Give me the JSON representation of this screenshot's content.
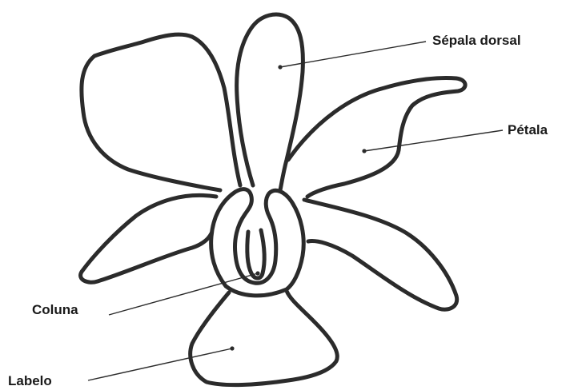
{
  "labels": {
    "dorsal_sepal": "Sépala dorsal",
    "petal": "Pétala",
    "column": "Coluna",
    "lip": "Labelo"
  },
  "colors": {
    "line": "#2b2b2b",
    "text": "#1a1a1a",
    "background": "#ffffff"
  }
}
